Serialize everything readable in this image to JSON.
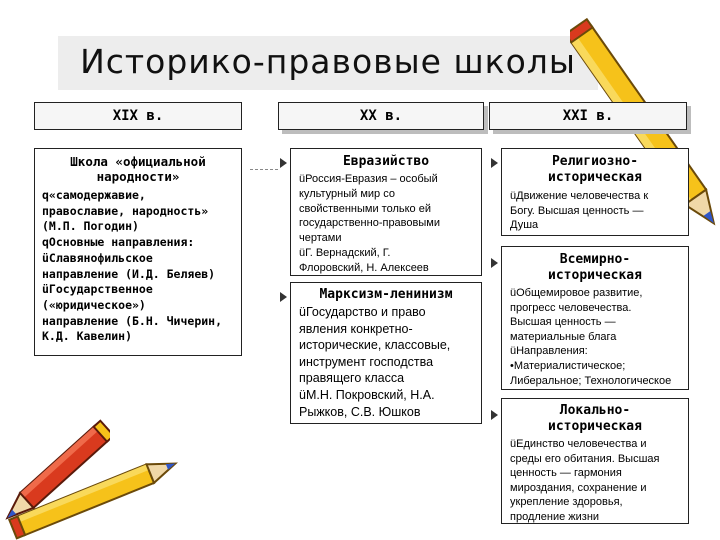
{
  "title": "Историко-правовые школы",
  "col1": {
    "header": "XIX в.",
    "box_title": [
      "Школа «официальной",
      "народности»"
    ],
    "lines": [
      "q«самодержавие,",
      "православие, народность»",
      "(М.П. Погодин)",
      "qОсновные направления:",
      "üСлавянофильское",
      "направление (И.Д. Беляев)",
      "üГосударственное",
      "(«юридическое»)",
      "направление (Б.Н. Чичерин,",
      "К.Д. Кавелин)"
    ]
  },
  "col2": {
    "header": "XX в.",
    "box1_title": "Евразийство",
    "box1_lines": [
      "üРоссия-Евразия – особый",
      "культурный мир со",
      "свойственными только ей",
      "государственно-правовыми",
      "чертами",
      "üГ. Вернадский, Г.",
      "Флоровский, Н. Алексеев"
    ],
    "box2_title": "Марксизм-ленинизм",
    "box2_lines": [
      "üГосударство и право",
      "явления конкретно-",
      "исторические, классовые,",
      "инструмент  господства",
      "правящего класса",
      "üМ.Н. Покровский, Н.А.",
      "Рыжков, С.В. Юшков"
    ]
  },
  "col3": {
    "header": "XXI в.",
    "box1_title": [
      "Религиозно-",
      "историческая"
    ],
    "box1_lines": [
      "üДвижение человечества к",
      "Богу. Высшая ценность —",
      "Душа"
    ],
    "box2_title": [
      "Всемирно-",
      "историческая"
    ],
    "box2_lines": [
      "üОбщемировое развитие,",
      "прогресс человечества.",
      "Высшая ценность —",
      "материальные блага",
      "üНаправления:",
      "•Материалистическое;",
      "Либеральное; Технологическое"
    ],
    "box3_title": [
      "Локально-",
      "историческая"
    ],
    "box3_lines": [
      "üЕдинство человечества и",
      "среды его обитания. Высшая",
      "ценность — гармония",
      "мироздания, сохранение и",
      "укрепление здоровья,",
      "продление жизни"
    ]
  },
  "colors": {
    "pencil_yellow": "#f6c21a",
    "pencil_red": "#d93a1e",
    "pencil_tip": "#f0d8a8",
    "pencil_blue": "#2f56c9"
  }
}
